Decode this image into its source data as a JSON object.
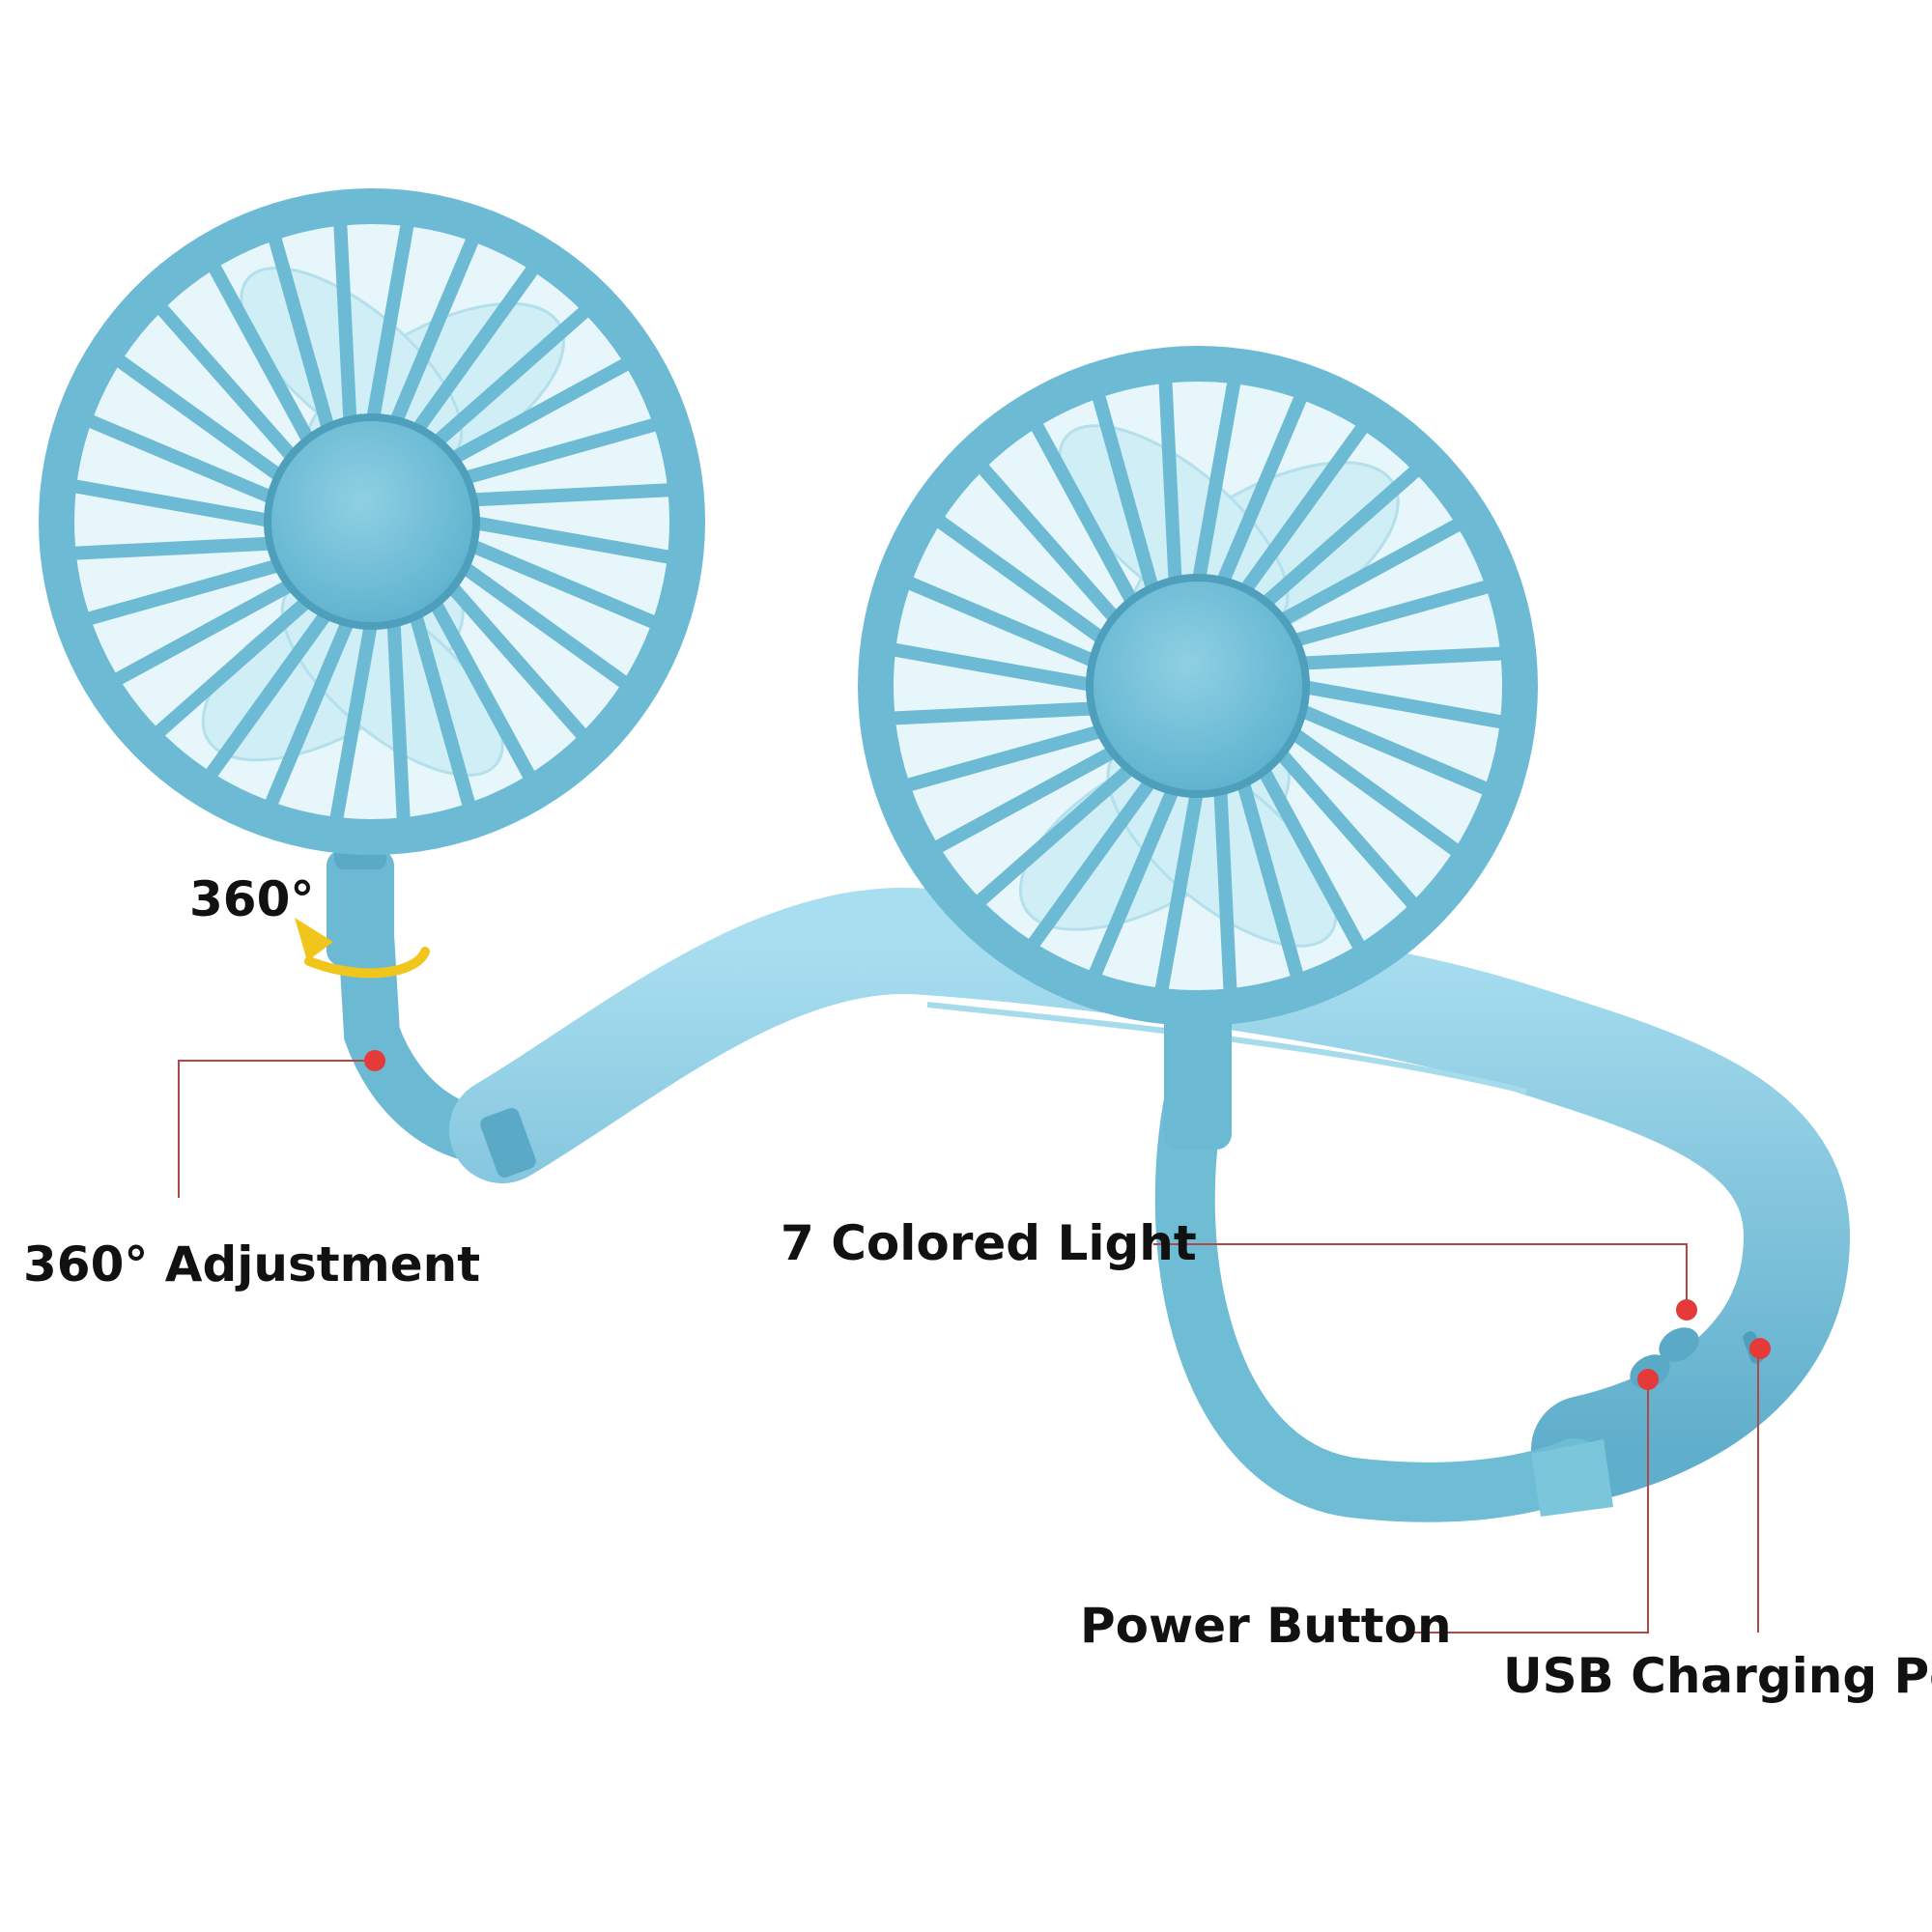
{
  "colors": {
    "body": "#7cc6dc",
    "body_dark": "#4fa6c2",
    "body_light": "#bde6f1",
    "blade": "#cfeef6",
    "leader": "#b04848",
    "marker": "#e53a3a",
    "arrow": "#f0c61c",
    "text": "#111111"
  },
  "labels": {
    "rotation": "360°",
    "adjustment": "360°   Adjustment",
    "colored_light": "7 Colored Light",
    "power_button": "Power Button",
    "usb_port": "USB Charging Port"
  },
  "icons": {
    "rotation_arrow": "curved-arrow-icon",
    "callout_marker": "red-dot-icon"
  }
}
